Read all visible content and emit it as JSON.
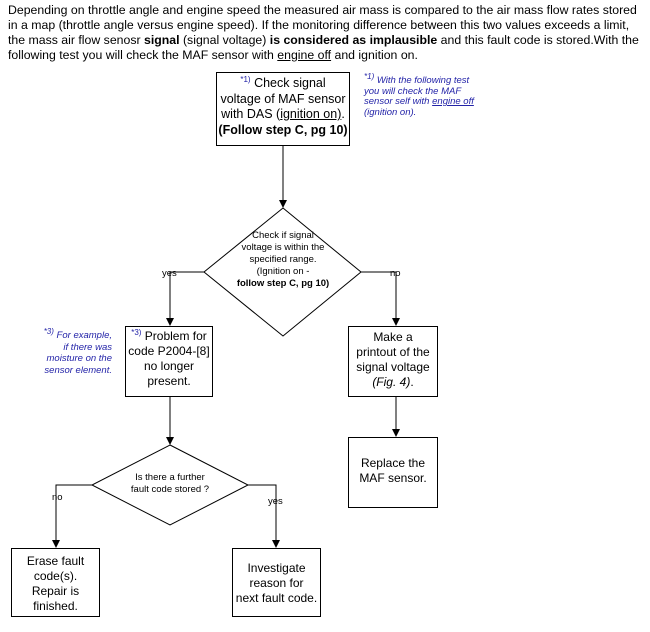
{
  "intro": {
    "part1": "Depending on throttle angle and engine speed the measured air mass is compared to the air mass flow rates stored in a map (throttle angle versus engine speed). If the monitoring difference between this two values exceeds a limit, the mass air flow senosr ",
    "bold1": "signal",
    "part2": " (signal voltage) ",
    "bold2": "is considered as implausible",
    "part3": " and this fault code is stored.With the following test you will check the  MAF sensor with ",
    "underline": "engine off",
    "part4": " and ignition on."
  },
  "step1": {
    "sup": "*1)",
    "line1": " Check signal",
    "line2": "voltage of  MAF sensor",
    "line3a": "with DAS  (",
    "line3u": "ignition on)",
    "line3b": ".",
    "line4": "(Follow step C, pg 10)"
  },
  "note1": {
    "sup": "*1)",
    "line1": " With the following test",
    "line2": "you will check the  MAF",
    "line3a": "sensor self  with ",
    "line3u": "engine off",
    "line4": "(ignition on)."
  },
  "decision1": {
    "line1": "Check if signal",
    "line2": "voltage is within the",
    "line3": "specified range.",
    "line4": "(Ignition on -",
    "line5": "follow step C, pg 10)"
  },
  "labels": {
    "yes1": "yes",
    "no1": "no",
    "no2": "no",
    "yes2": "yes"
  },
  "note3": {
    "sup": "*3)",
    "line1": " For example,",
    "line2": "if there was",
    "line3": "moisture on the",
    "line4": "sensor element."
  },
  "box_problem": {
    "sup": "*3)",
    "line1": " Problem for",
    "line2": "code P2004-[8]",
    "line3": "no longer",
    "line4": "present."
  },
  "box_printout": {
    "line1": "Make a",
    "line2": "printout of the",
    "line3": "signal voltage",
    "line4": "(Fig. 4)",
    "line4b": "."
  },
  "box_replace": {
    "line1": "Replace the",
    "line2": "MAF sensor."
  },
  "decision2": {
    "line1": "Is there a further",
    "line2": "fault code stored ?"
  },
  "box_erase": {
    "line1": "Erase fault",
    "line2": "code(s).",
    "line3": "Repair is",
    "line4": "finished."
  },
  "box_investigate": {
    "line1": "Investigate",
    "line2": "reason for",
    "line3": "next fault code."
  }
}
